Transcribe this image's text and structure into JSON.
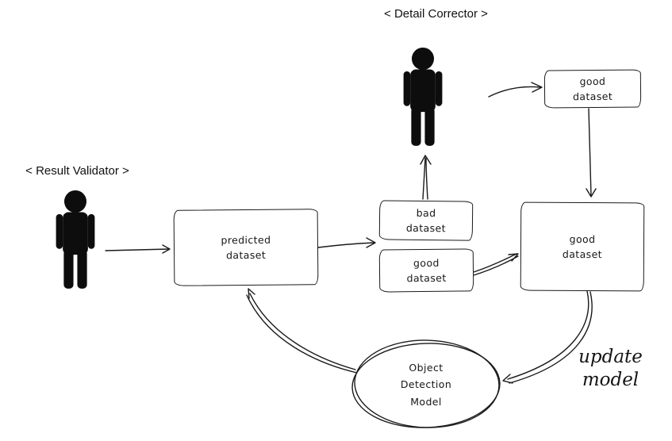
{
  "diagram": {
    "colors": {
      "ink": "#1a1a1a",
      "background": "#ffffff"
    },
    "actors": [
      {
        "id": "detail-corrector",
        "label": "< Detail Corrector >",
        "icon": "person-icon"
      },
      {
        "id": "result-validator",
        "label": "< Result Validator >",
        "icon": "person-icon"
      }
    ],
    "nodes": {
      "predicted": {
        "label": "predicted\ndataset",
        "shape": "rectangle"
      },
      "bad": {
        "label": "bad\ndataset",
        "shape": "rectangle"
      },
      "good_small": {
        "label": "good\ndataset",
        "shape": "rectangle"
      },
      "good_large": {
        "label": "good\ndataset",
        "shape": "rectangle"
      },
      "good_top": {
        "label": "good\ndataset",
        "shape": "rectangle"
      },
      "model": {
        "label": "Object\nDetection\nModel",
        "shape": "ellipse"
      }
    },
    "annotations": {
      "update_model": "update\nmodel"
    },
    "edges": [
      {
        "from": "result-validator",
        "to": "predicted"
      },
      {
        "from": "predicted",
        "to": "bad"
      },
      {
        "from": "bad",
        "to": "detail-corrector"
      },
      {
        "from": "detail-corrector",
        "to": "good_top"
      },
      {
        "from": "good_top",
        "to": "good_large"
      },
      {
        "from": "good_small",
        "to": "good_large"
      },
      {
        "from": "good_large",
        "to": "model",
        "label": "update model"
      },
      {
        "from": "model",
        "to": "predicted"
      }
    ]
  }
}
